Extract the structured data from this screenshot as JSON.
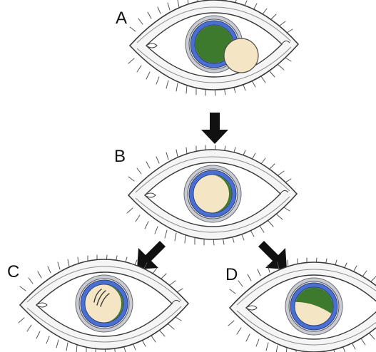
{
  "labels": {
    "a": "A",
    "b": "B",
    "c": "C",
    "d": "D"
  },
  "colors": {
    "iris_blue": "#4a6fd0",
    "green": "#3e7a2e",
    "cream": "#f4e6c4",
    "sclera": "#f3f4f6",
    "outline": "#3a3a3a"
  },
  "icons": [
    "eye-icon",
    "down-arrow-icon",
    "diagonal-arrow-icon"
  ]
}
